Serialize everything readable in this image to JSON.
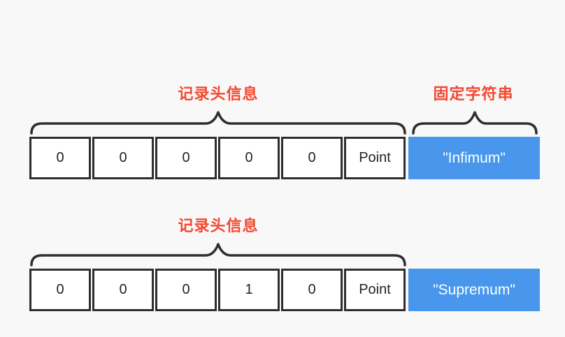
{
  "diagram": {
    "title_semantics": "InnoDB infimum and supremum record layout",
    "records": [
      {
        "header_label": "记录头信息",
        "fixed_string_label": "固定字符串",
        "cells": [
          "0",
          "0",
          "0",
          "0",
          "0",
          "Point"
        ],
        "fixed_string_value": "\"Infimum\""
      },
      {
        "header_label": "记录头信息",
        "cells": [
          "0",
          "0",
          "0",
          "1",
          "0",
          "Point"
        ],
        "fixed_string_value": "\"Supremum\""
      }
    ],
    "colors": {
      "label_red": "#F5472F",
      "fill_blue": "#4897EC",
      "border_dark": "#2E2E2E",
      "background": "#F8F8F8",
      "cell_text": "#222222",
      "value_text": "#FFFFFF"
    }
  }
}
